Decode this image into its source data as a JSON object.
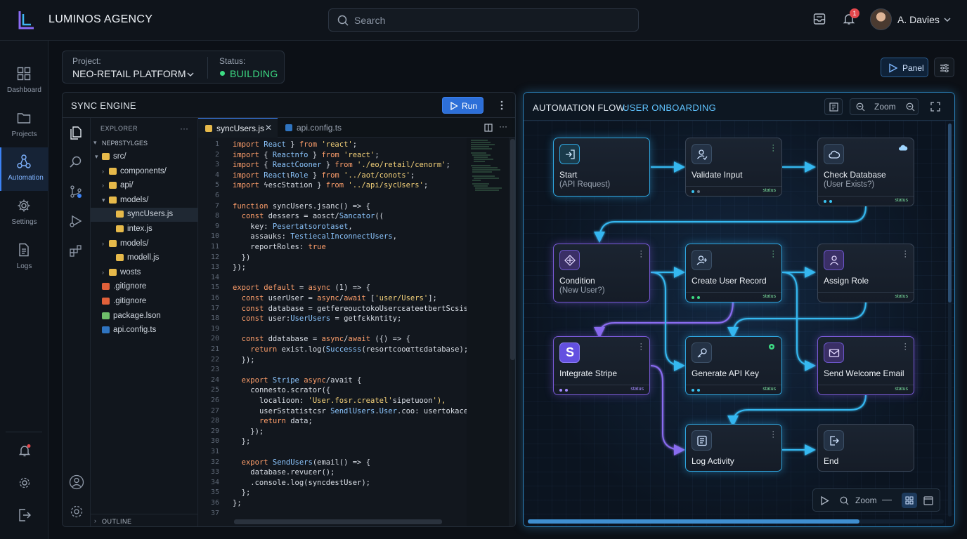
{
  "app": {
    "brand": "LUMINOS AGENCY"
  },
  "search": {
    "placeholder": "Search"
  },
  "user": {
    "name": "A. Davies",
    "notifications": "1"
  },
  "nav": {
    "items": [
      {
        "label": "Dashboard",
        "icon": "grid-icon"
      },
      {
        "label": "Projects",
        "icon": "folder-icon"
      },
      {
        "label": "Automation",
        "icon": "flow-icon",
        "active": true
      },
      {
        "label": "Settings",
        "icon": "gear-icon"
      },
      {
        "label": "Logs",
        "icon": "document-icon"
      }
    ]
  },
  "project": {
    "caption": "Project:",
    "name": "NEO-RETAIL PLATFORM",
    "status_caption": "Status:",
    "status": "BUILDING",
    "status_color": "#3ddc84"
  },
  "toolbar": {
    "panel_label": "Panel"
  },
  "editor": {
    "title": "SYNC ENGINE",
    "run_label": "Run",
    "explorer_title": "EXPLORER",
    "root": "NEP8STYLGES",
    "outline": "OUTLINE",
    "tree": [
      {
        "name": "src/",
        "type": "folder-open"
      },
      {
        "name": "components/",
        "type": "folder"
      },
      {
        "name": "api/",
        "type": "folder"
      },
      {
        "name": "models/",
        "type": "folder-open"
      },
      {
        "name": "syncUsers.js",
        "type": "js",
        "selected": true
      },
      {
        "name": "intex.js",
        "type": "js"
      },
      {
        "name": "models/",
        "type": "folder"
      },
      {
        "name": "modell.js",
        "type": "js"
      },
      {
        "name": "wosts",
        "type": "folder"
      },
      {
        "name": ".gitignore",
        "type": "git"
      },
      {
        "name": ".gitignore",
        "type": "git"
      },
      {
        "name": "package.lson",
        "type": "json"
      },
      {
        "name": "api.config.ts",
        "type": "ts"
      }
    ],
    "tabs": [
      {
        "name": "syncUsers.js",
        "active": true
      },
      {
        "name": "api.config.ts",
        "active": false
      }
    ],
    "code": [
      "import React } from 'react';",
      "import { Reactnfo } from 'react';",
      "import { ReactCooner } from './eo/retail/cenorm';",
      "import ReactιRole } from '../aot/conots';",
      "import ϟescStation } from '../api/sycUsers';",
      "",
      "function syncUsers.jsanc() => {",
      "  const dessers = aosct/Sancator((",
      "    key: Pesertatsorotaset,",
      "    assauks: TestiecalInconnectUsers,",
      "    reportRoles: true",
      "  })",
      "});",
      "",
      "export default = async (1) => {",
      "  const userUser = async/await ['user/Users'];",
      "  const database = getfereouctokoUsercεateetbertScsists()",
      "  const user:UserUsers = getfεkkntity;",
      "",
      "  const ddatabase = async/await ({) => {",
      "    return exist.log(Successs(resortcooατtεdatabase);",
      "  });",
      "",
      "  export Stripe async/avait {",
      "    connesto.scrator({",
      "      localioon: 'User.fosr.createl'sipetuoon'),",
      "      userSstatistcsr SendlUsers.User.coo: usertokacess'),",
      "      return data;",
      "    });",
      "  };",
      "",
      "  export SendUsers(email() => {",
      "    database.revuεer();",
      "    .console.log(syncdestUser);",
      "  };",
      "};",
      ""
    ]
  },
  "flow": {
    "title_prefix": "AUTOMATION FLOW:",
    "title_name": "USER ONBOARDING",
    "zoom_label": "Zoom",
    "nodes": [
      {
        "id": "start",
        "title": "Start",
        "subtitle": "(API Request)",
        "icon": "login-icon"
      },
      {
        "id": "validate",
        "title": "Validate Input",
        "icon": "user-check-icon",
        "footer": "status"
      },
      {
        "id": "checkdb",
        "title": "Check Database",
        "subtitle": "(User Exists?)",
        "icon": "cloud-icon",
        "footer": "status"
      },
      {
        "id": "condition",
        "title": "Condition",
        "subtitle": "(New User?)",
        "icon": "split-icon"
      },
      {
        "id": "create",
        "title": "Create User Record",
        "icon": "user-add-icon",
        "footer": "status"
      },
      {
        "id": "assign",
        "title": "Assign Role",
        "icon": "user-icon",
        "footer": "status"
      },
      {
        "id": "stripe",
        "title": "Integrate Stripe",
        "icon": "stripe-icon",
        "footer": "status"
      },
      {
        "id": "apikey",
        "title": "Generate API Key",
        "icon": "key-icon",
        "footer": "status"
      },
      {
        "id": "email",
        "title": "Send Welcome Email",
        "icon": "mail-icon",
        "footer": "status"
      },
      {
        "id": "log",
        "title": "Log Activity",
        "icon": "list-icon"
      },
      {
        "id": "end",
        "title": "End",
        "icon": "logout-icon"
      }
    ]
  },
  "colors": {
    "accent": "#3b82f6",
    "flow_cyan": "#36b8f0",
    "flow_purple": "#8a6cf0"
  }
}
